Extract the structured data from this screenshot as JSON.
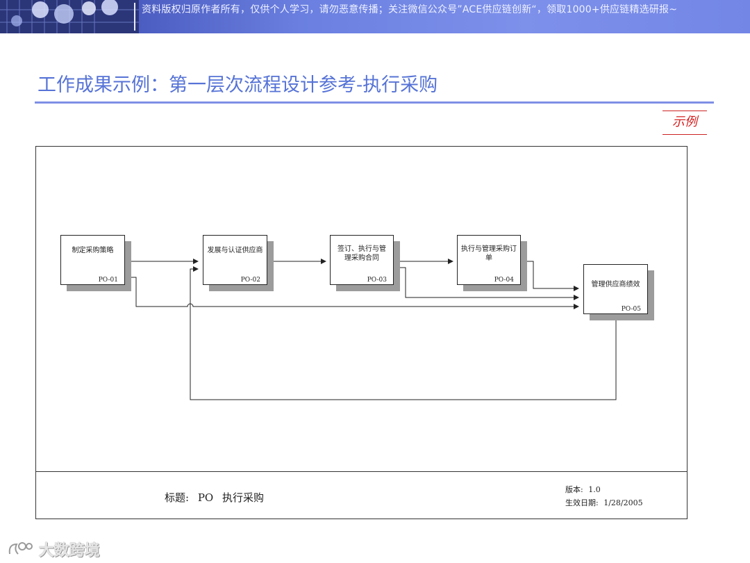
{
  "banner": {
    "text": "资料版权归原作者所有，仅供个人学习，请勿恶意传播；关注微信公众号”ACE供应链创新“，领取1000+供应链精选研报~"
  },
  "page": {
    "title": "工作成果示例：第一层次流程设计参考-执行采购",
    "example_tag": "示例"
  },
  "diagram": {
    "processes": [
      {
        "label": "制定采购策略",
        "code": "PO-01"
      },
      {
        "label": "发展与认证供应商",
        "code": "PO-02"
      },
      {
        "label": "签订、执行与管理采购合同",
        "code": "PO-03"
      },
      {
        "label": "执行与管理采购订单",
        "code": "PO-04"
      },
      {
        "label": "管理供应商绩效",
        "code": "PO-05"
      }
    ],
    "footer": {
      "title_label": "标题:",
      "title_code": "PO",
      "title_name": "执行采购",
      "version_label": "版本:",
      "version_value": "1.0",
      "date_label": "生效日期:",
      "date_value": "1/28/2005"
    }
  },
  "watermark": {
    "text": "大数跨境"
  },
  "colors": {
    "title": "#5673d6",
    "rule": "#7f8fe6",
    "example_tag": "#d41f1f",
    "banner": "#6a7fe0"
  }
}
